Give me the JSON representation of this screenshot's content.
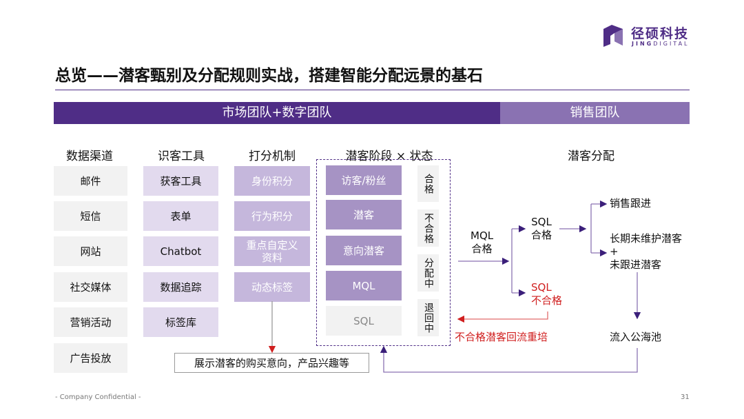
{
  "logo": {
    "name_cn": "径硕科技",
    "name_en_bold": "JING",
    "name_en": "DIGITAL"
  },
  "title": "总览——潜客甄别及分配规则实战，搭建智能分配远景的基石",
  "bands": {
    "left": "市场团队+数字团队",
    "right": "销售团队"
  },
  "columns": [
    "数据渠道",
    "识客工具",
    "打分机制",
    "潜客阶段 × 状态",
    "潜客分配"
  ],
  "channels": [
    "邮件",
    "短信",
    "网站",
    "社交媒体",
    "营销活动",
    "广告投放"
  ],
  "tools": [
    "获客工具",
    "表单",
    "Chatbot",
    "数据追踪",
    "标签库"
  ],
  "scoring": [
    "身份积分",
    "行为积分",
    "重点自定义资料",
    "动态标签"
  ],
  "stages": [
    "访客/粉丝",
    "潜客",
    "意向潜客",
    "MQL",
    "SQL"
  ],
  "statuses": [
    "合格",
    "不合格",
    "分配中",
    "退回中"
  ],
  "flow": {
    "mql": "MQL\n合格",
    "sql_ok": "SQL\n合格",
    "sql_fail": "SQL\n不合格",
    "follow": "销售跟进",
    "unmaintained": "长期未维护潜客\n+\n未跟进潜客",
    "pool": "流入公海池",
    "recycle": "不合格潜客回流重培",
    "intent": "展示潜客的购买意向，产品兴趣等"
  },
  "footer": {
    "left": "- Company Confidential -",
    "page": "31"
  },
  "colors": {
    "primary": "#4f2d86",
    "secondary": "#8a72b2",
    "red": "#d01f1f"
  }
}
